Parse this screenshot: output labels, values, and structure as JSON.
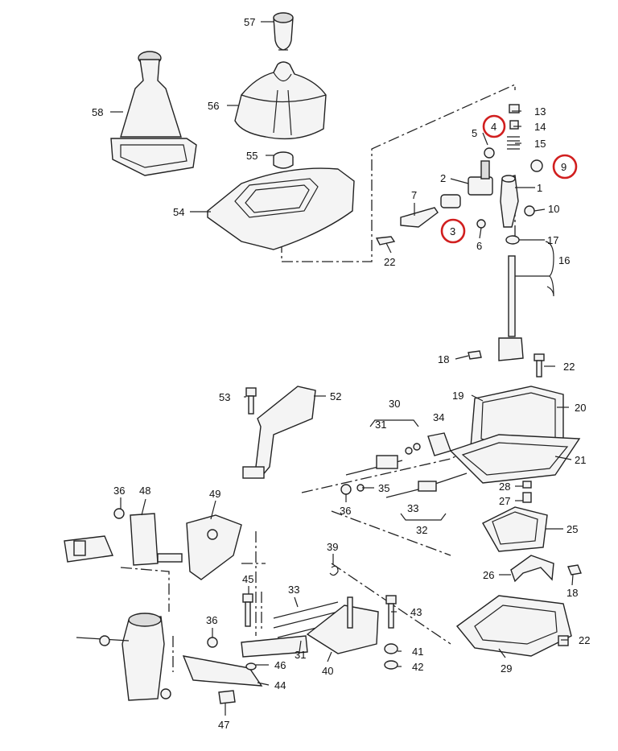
{
  "colors": {
    "ink": "#222222",
    "highlight": "#d11f1f",
    "paper": "#ffffff"
  },
  "highlighted_callouts": [
    "3",
    "4",
    "9"
  ],
  "callouts": {
    "c1": "1",
    "c2": "2",
    "c3": "3",
    "c4": "4",
    "c5": "5",
    "c6": "6",
    "c7": "7",
    "c9": "9",
    "c10": "10",
    "c13": "13",
    "c14": "14",
    "c15": "15",
    "c16": "16",
    "c17": "17",
    "c18a": "18",
    "c18b": "18",
    "c19": "19",
    "c20": "20",
    "c21": "21",
    "c22a": "22",
    "c22b": "22",
    "c22c": "22",
    "c25": "25",
    "c26": "26",
    "c27": "27",
    "c28": "28",
    "c29": "29",
    "c30": "30",
    "c31a": "31",
    "c31b": "31",
    "c32": "32",
    "c33a": "33",
    "c33b": "33",
    "c34": "34",
    "c35": "35",
    "c36a": "36",
    "c36b": "36",
    "c36c": "36",
    "c39": "39",
    "c40": "40",
    "c41": "41",
    "c42": "42",
    "c43": "43",
    "c44": "44",
    "c45": "45",
    "c46": "46",
    "c47": "47",
    "c48": "48",
    "c49": "49",
    "c52": "52",
    "c53": "53",
    "c54": "54",
    "c55": "55",
    "c56": "56",
    "c57": "57",
    "c58": "58"
  }
}
